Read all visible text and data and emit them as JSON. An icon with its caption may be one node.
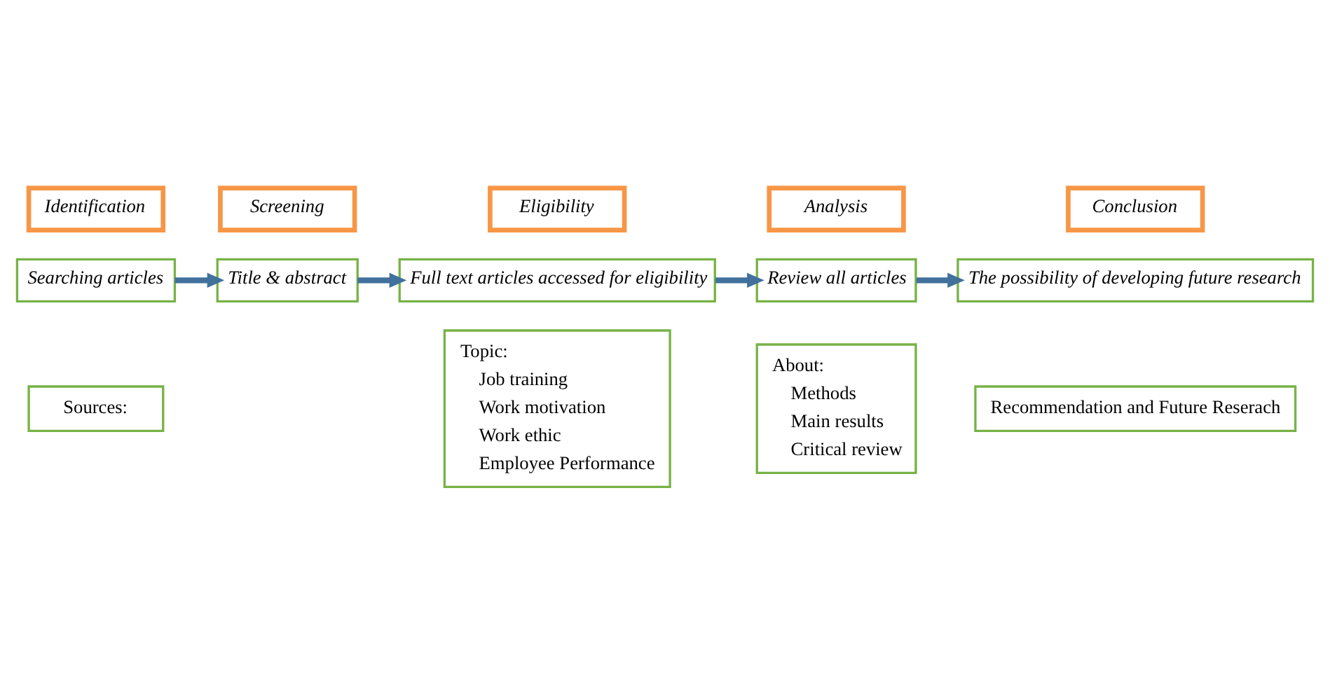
{
  "diagram": {
    "nodes": [
      {
        "text": [
          "Identification"
        ]
      },
      {
        "text": [
          "Screening"
        ]
      },
      {
        "text": [
          "Eligibility"
        ]
      },
      {
        "text": [
          "Analysis"
        ]
      },
      {
        "text": [
          "Conclusion"
        ]
      },
      {
        "text": [
          "Searching articles"
        ]
      },
      {
        "text": [
          "Sources:"
        ]
      },
      {
        "text": [
          "Title & abstract"
        ]
      },
      {
        "text": [
          "Full text articles accessed for eligibility"
        ]
      },
      {
        "text": [
          "Topic:",
          "Job training",
          "Work motivation",
          "Work ethic",
          "Employee Performance"
        ]
      },
      {
        "text": [
          "Review all articles"
        ]
      },
      {
        "text": [
          "About:",
          "Methods",
          "Main results",
          "Critical review"
        ]
      },
      {
        "text": [
          "The possibility of developing future research"
        ]
      },
      {
        "text": [
          "Recommendation and Future Reserach"
        ]
      }
    ],
    "edges": [
      {
        "from": 5,
        "to": 7,
        "arrow": "to"
      },
      {
        "from": 7,
        "to": 8,
        "arrow": "to"
      },
      {
        "from": 8,
        "to": 10,
        "arrow": "to"
      },
      {
        "from": 10,
        "to": 12,
        "arrow": "to"
      }
    ]
  }
}
